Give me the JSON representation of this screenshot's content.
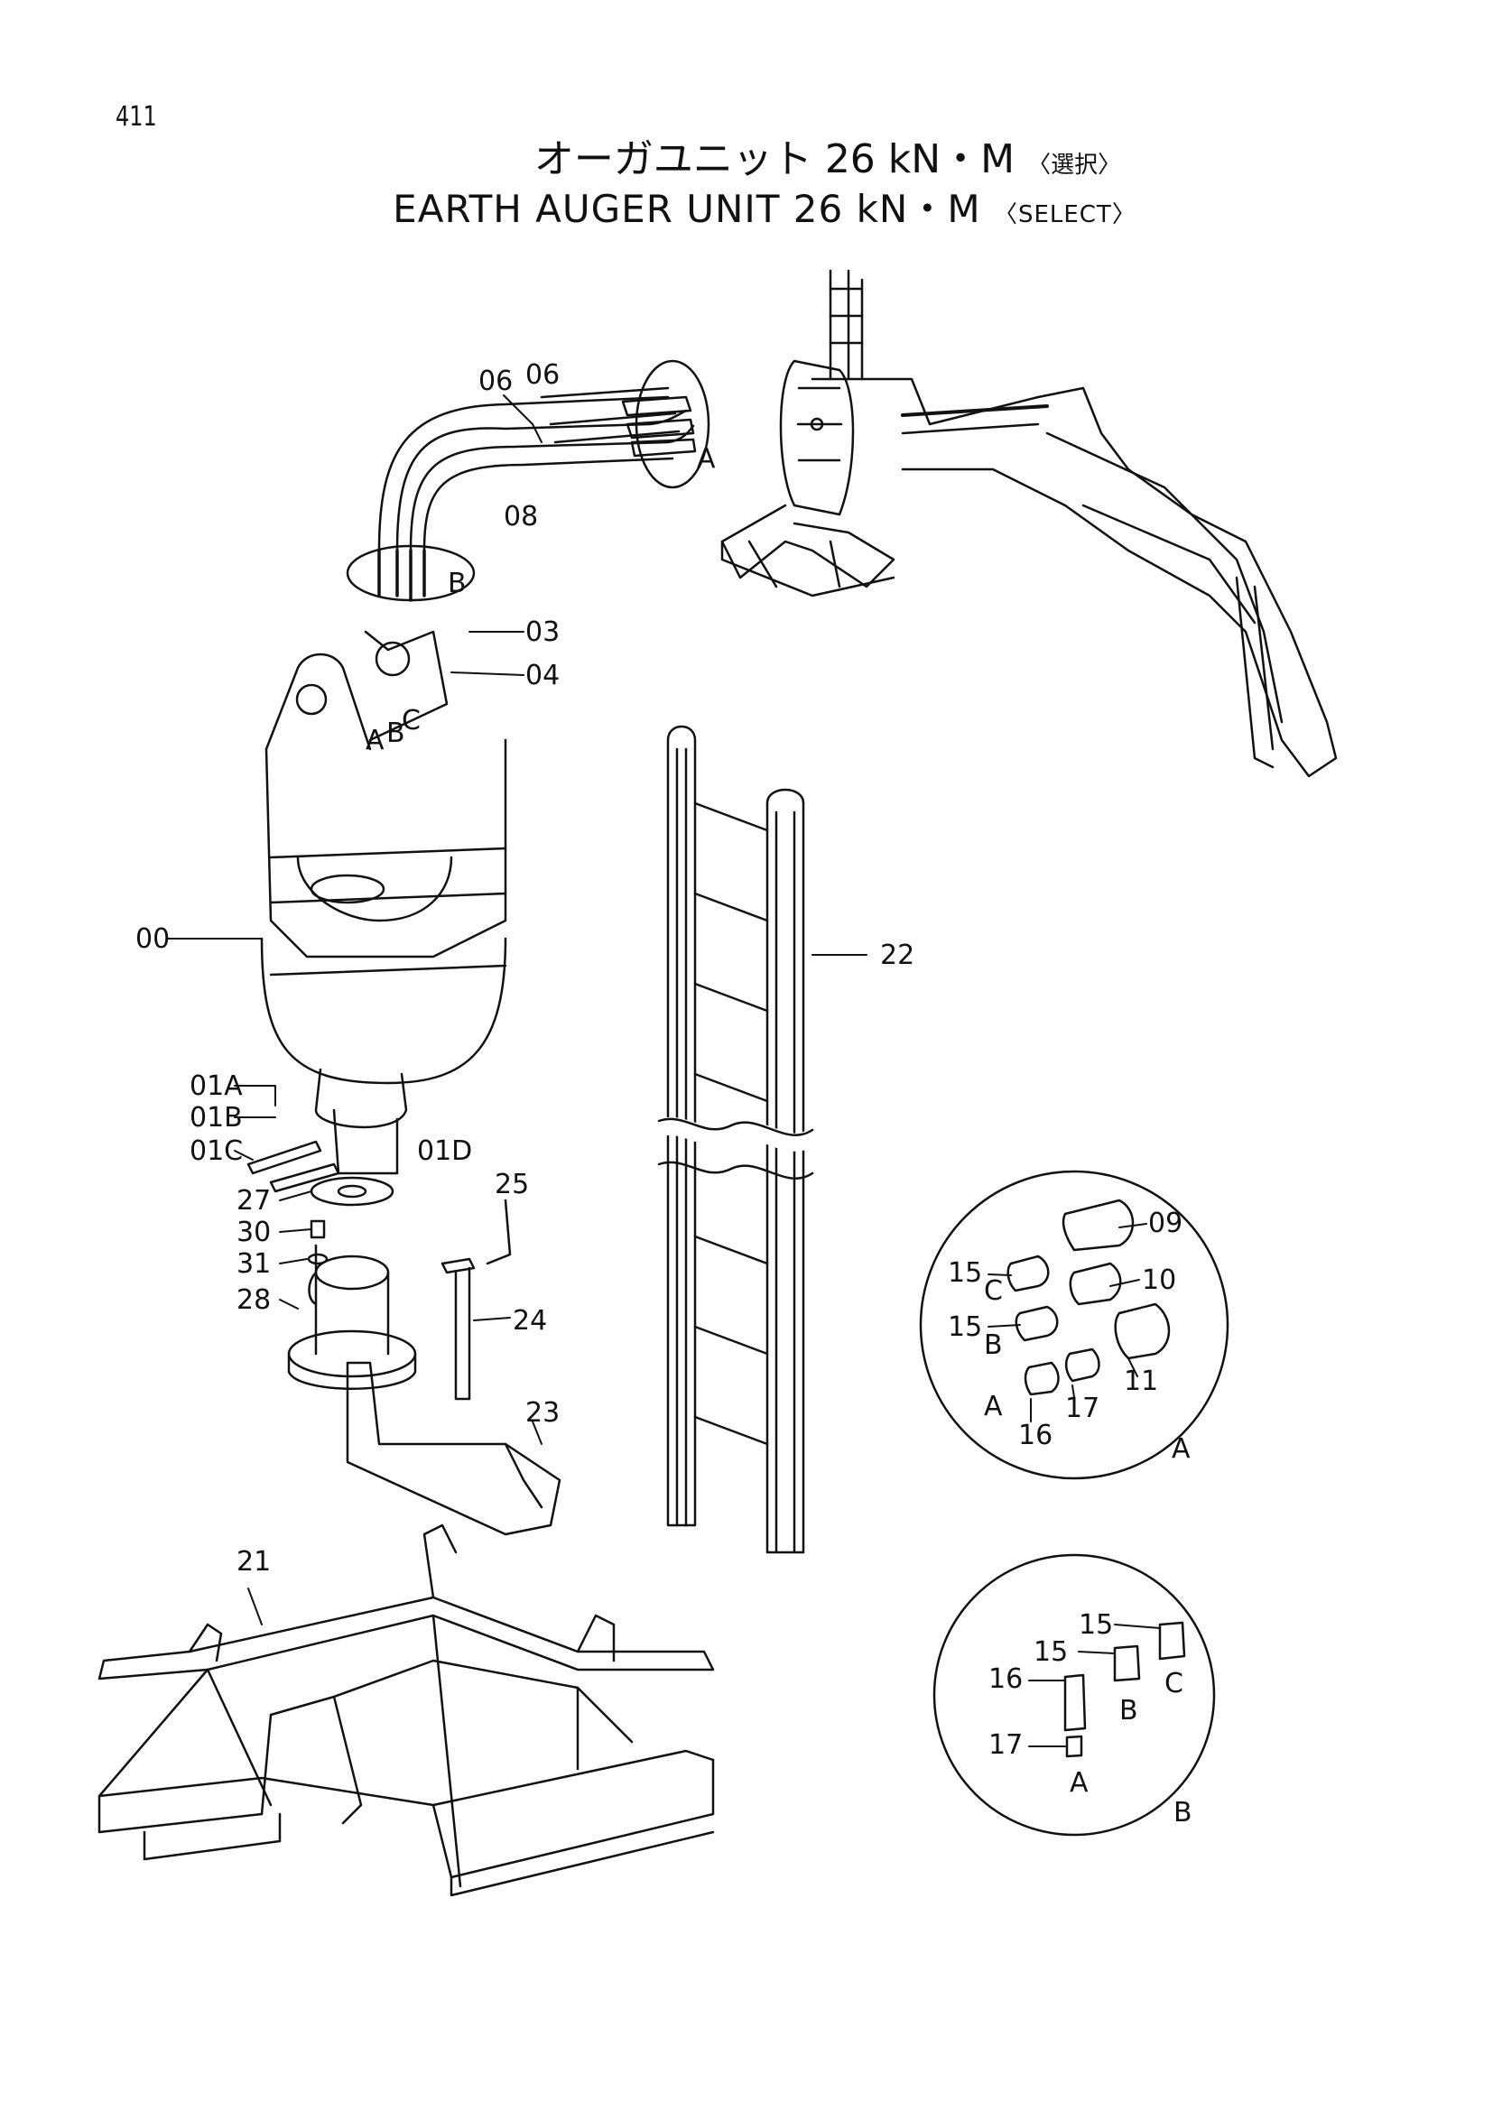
{
  "page_number": "411",
  "title_jp": {
    "main": "オーガユニット 26 kN・M",
    "sub": "〈選択〉"
  },
  "title_en": {
    "main": "EARTH AUGER UNIT 26 kN・M",
    "sub": "〈SELECT〉"
  },
  "callouts": {
    "c06a": "06",
    "c06b": "06",
    "c08": "08",
    "c03": "03",
    "c04": "04",
    "c00": "00",
    "c01a": "01A",
    "c01b": "01B",
    "c01c": "01C",
    "c01d": "01D",
    "c27": "27",
    "c30": "30",
    "c31": "31",
    "c28": "28",
    "c25": "25",
    "c24": "24",
    "c23": "23",
    "c21": "21",
    "c22": "22",
    "c09": "09",
    "c10": "10",
    "c11": "11",
    "c15c": "15",
    "c15b": "15",
    "c16": "16",
    "c17": "17",
    "d15a": "15",
    "d15b": "15",
    "d16": "16",
    "d17": "17"
  },
  "letters": {
    "hose_a": "A",
    "hose_b": "B",
    "port_a": "A",
    "port_b": "B",
    "port_c": "C",
    "detA_c": "C",
    "detA_b": "B",
    "detA_a": "A",
    "detA_label": "A",
    "detB_c": "C",
    "detB_b": "B",
    "detB_a": "A",
    "detB_label": "B"
  }
}
